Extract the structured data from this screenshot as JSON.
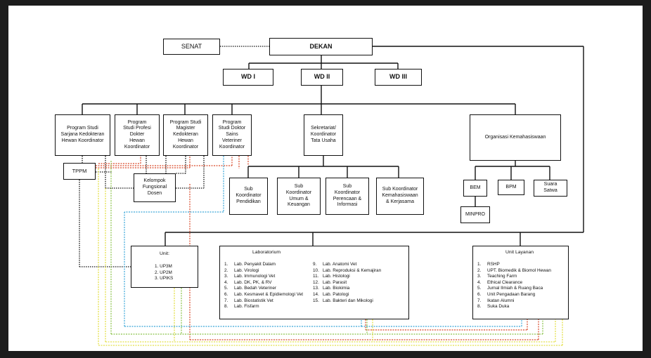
{
  "senat": "SENAT",
  "dekan": "DEKAN",
  "wd": [
    "WD I",
    "WD II",
    "WD III"
  ],
  "programs": [
    "Program Studi\nSarjana Kedokteran\nHewan Koordinator",
    "Program\nStudi Profesi\nDokter\nHewan\nKoordinator",
    "Program Studi\nMagister\nKedokteran\nHewan\nKoordinator",
    "Program\nStudi Doktor\nSains\nVeteriner\nKoordinator"
  ],
  "tppm": "TPPM",
  "kelompok": "Kelompok\nFungsional\nDosen",
  "sekretariat": "Sekretariat/\nKoordinator\nTata Usaha",
  "subs": [
    "Sub\nKoordinator\nPendidikan",
    "Sub\nKoordinator\nUmum &\nKeuangan",
    "Sub\nKoordinator\nPerencaan &\nInformasi",
    "Sub Koordinator\nKemahasiswaan\n& Kerjasama"
  ],
  "organisasi": "Organisasi Kemahasiswaan",
  "bem": "BEM",
  "bpm": "BPM",
  "suara": "Suara\nSatwa",
  "minpro": "MINPRO",
  "unit": {
    "title": "Unit:",
    "items": [
      "1. UP3M",
      "2. UP2M",
      "3. UPIKS"
    ]
  },
  "laboratorium": {
    "title": "Laboratorium",
    "col1": [
      {
        "n": "1.",
        "t": "Lab. Penyakit Dalam"
      },
      {
        "n": "2.",
        "t": "Lab. Virologi"
      },
      {
        "n": "3.",
        "t": "Lab. Immunologi Vet"
      },
      {
        "n": "4.",
        "t": "Lab. DK, PK, & RV"
      },
      {
        "n": "5.",
        "t": "Lab. Bedah Veteriner"
      },
      {
        "n": "6.",
        "t": "Lab. Kesmavet & Epidiemologi Vet"
      },
      {
        "n": "7.",
        "t": "Lab. Biostatistik Vet"
      },
      {
        "n": "8.",
        "t": "Lab. Fisfarm"
      }
    ],
    "col2": [
      {
        "n": "9.",
        "t": "Lab. Anatomi Vet"
      },
      {
        "n": "10.",
        "t": "Lab. Reproduksi & Kemajiran"
      },
      {
        "n": "11.",
        "t": "Lab. Histologi"
      },
      {
        "n": "12.",
        "t": "Lab. Parasit"
      },
      {
        "n": "13.",
        "t": "Lab. Biokimia"
      },
      {
        "n": "14.",
        "t": "Lab. Patologi"
      },
      {
        "n": "15.",
        "t": "Lab. Bakteri dan Mikologi"
      }
    ]
  },
  "unit_layanan": {
    "title": "Unit Layanan",
    "items": [
      {
        "n": "1.",
        "t": "RSHP"
      },
      {
        "n": "2.",
        "t": "UPT. Biomedik & Biomol Hewan"
      },
      {
        "n": "3.",
        "t": "Teaching Farm"
      },
      {
        "n": "4.",
        "t": "Ethical Clearance"
      },
      {
        "n": "5.",
        "t": "Jurnal Ilmiah & Ruang Baca"
      },
      {
        "n": "6.",
        "t": "Unit Pengadaan Barang"
      },
      {
        "n": "7.",
        "t": "Ikatan Alumni"
      },
      {
        "n": "8.",
        "t": "Suka Duka"
      }
    ]
  },
  "colors": {
    "black": "#111111",
    "red": "#d94a2b",
    "blue": "#3aa6d8",
    "green": "#8bc34a",
    "yellow": "#e4e04a",
    "frame": "#1c1c1c"
  }
}
